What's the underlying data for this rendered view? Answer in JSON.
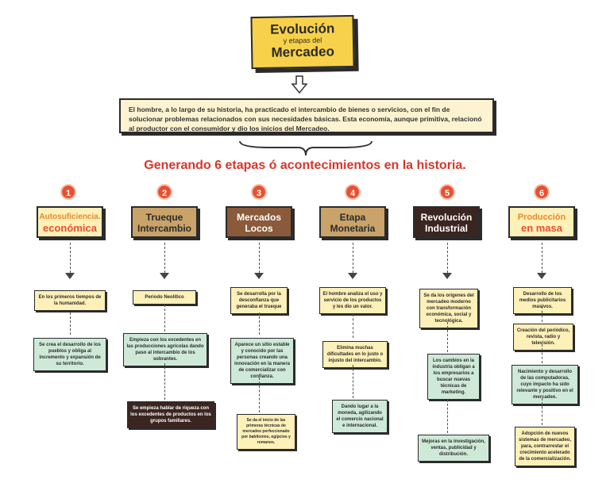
{
  "title": {
    "line1": "Evolución",
    "line2": "y etapas del",
    "line3": "Mercadeo"
  },
  "intro": "El hombre, a lo largo de su historia, ha practicado el intercambio de bienes o servicios, con el fin de solucionar problemas relacionados con sus necesidades básicas. Esta economía, aunque primitiva, relacionó al productor con el consumidor y dio los inicios del Mercadeo.",
  "subtitle": "Generando 6 etapas ó acontecimientos en la historia.",
  "colors": {
    "title_yellow": "#f7d14a",
    "subtitle_red": "#d9352a",
    "number_orange": "#e8502f",
    "note_yellow": "#fdf0b8",
    "note_green": "#cfe9d8",
    "note_dark": "#3b2520"
  },
  "stages": [
    {
      "num": "1",
      "line1": "Autosuficiencia.",
      "line2": "económica",
      "notes": [
        "En los primeros tiempos de la humanidad.",
        "Se crea el desarrollo de los pueblos y obliga al incremento y expansión de su territorio."
      ]
    },
    {
      "num": "2",
      "line1": "Trueque",
      "line2": "Intercambio",
      "notes": [
        "Periodo Neolítico",
        "Empieza con los excedentes en las producciones agrícolas dando paso al intercambio de los sobrantes.",
        "Se empieza hablar de riqueza con los excedentes de productos en los grupos familiares."
      ]
    },
    {
      "num": "3",
      "line1": "Mercados",
      "line2": "Locos",
      "notes": [
        "Se desarrolla por la desconfianza que generaba el trueque",
        "Aparece un sitio estable y conocido por las personas creando una innovación en la manera de comercializar con confianza.",
        "Se da el inicio de las primeras técnicas de mercadeo perfeccionado por babilonios, egipcios y romanos."
      ]
    },
    {
      "num": "4",
      "line1": "Etapa",
      "line2": "Monetaria",
      "notes": [
        "El hombre analiza el uso y servicio de los productos y les dio un valor.",
        "Elimina muchas dificultades en lo justo o injusto del intercambio.",
        "Dando lugar a la moneda, agilizando el comercio nacional e internacional."
      ]
    },
    {
      "num": "5",
      "line1": "Revolución",
      "line2": "Industrial",
      "notes": [
        "Se da los orígenes del mercadeo moderno con transformación económica, social y tecnológica.",
        "Los cambios en la industria obligan a los empresarios a buscar nuevas técnicas de marketing.",
        "Mejoras en la investigación, ventas, publicidad y distribución."
      ]
    },
    {
      "num": "6",
      "line1": "Producción",
      "line2": "en masa",
      "notes": [
        "Desarrollo de los medios publicitarios masivos.",
        "Creación del periódico, revista, radio y televisión.",
        "Nacimiento y desarrollo de las computadoras, cuyo impacto ha sido relevante y positivo en el mercadeo.",
        "Adopción de nuevos sistemas de mercadeo, para, contrarrestar el crecimiento acelerado de la comercialización."
      ]
    }
  ]
}
